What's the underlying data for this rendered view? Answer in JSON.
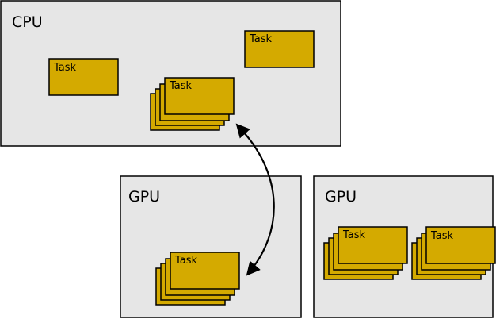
{
  "panels": {
    "cpu": {
      "label": "CPU"
    },
    "gpu_left": {
      "label": "GPU"
    },
    "gpu_right": {
      "label": "GPU"
    }
  },
  "tasks": {
    "cpu_single_left": "Task",
    "cpu_single_right": "Task",
    "cpu_stack": "Task",
    "gpu_left_stack": "Task",
    "gpu_right_stack_a": "Task",
    "gpu_right_stack_b": "Task"
  },
  "colors": {
    "panel_fill": "#e6e6e6",
    "task_fill": "#d4aa00",
    "stroke": "#000000"
  },
  "arrow": {
    "type": "bidirectional",
    "from": "cpu-task-stack",
    "to": "gpu-left-task-stack"
  }
}
